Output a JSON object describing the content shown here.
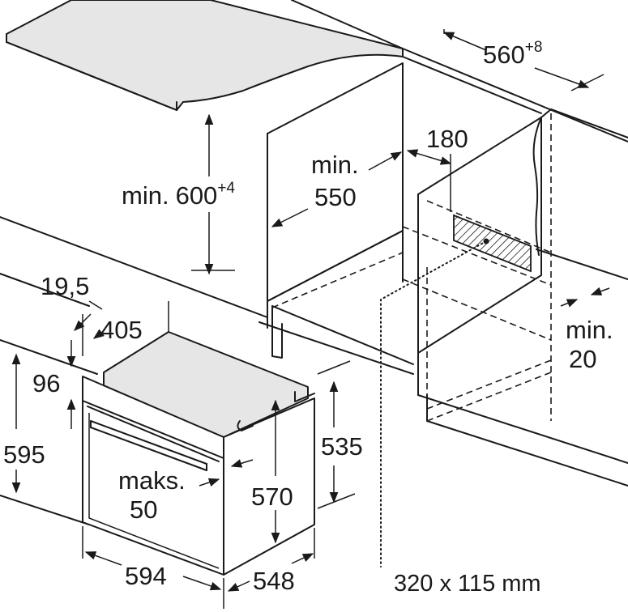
{
  "dimensions": {
    "niche_width_value": "560",
    "niche_width_tolerance": "+8",
    "niche_height_prefix": "min.",
    "niche_height_value": "600",
    "niche_height_tolerance": "+4",
    "depth_prefix": "min.",
    "depth_value": "550",
    "vent_value": "180",
    "side_gap_prefix": "min.",
    "side_gap_value": "20",
    "offset_1": "19,5",
    "offset_2": "405",
    "panel_height": "96",
    "front_height": "595",
    "body_height_1": "535",
    "body_height_2": "570",
    "handle_prefix": "maks.",
    "handle_value": "50",
    "front_width": "594",
    "body_depth": "548",
    "opening_size": "320 x 115",
    "opening_unit": "mm"
  }
}
